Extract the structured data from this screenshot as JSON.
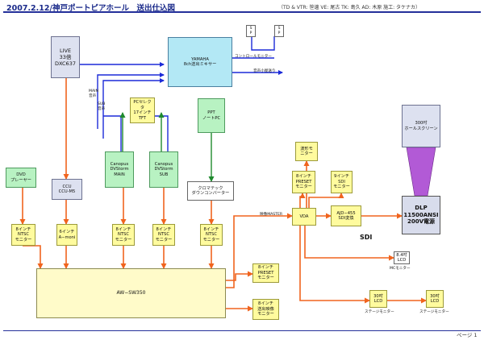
{
  "header": {
    "title": "2007.2.12/神戸ポートピアホール　送出仕込図",
    "credits": "（TD & VTR: 笹邊  VE: 尾古  TK: 島久  AD: 木原  施工: タケナカ）"
  },
  "footer": {
    "page": "ページ 1"
  },
  "speakers": [
    "S\nP",
    "S\nP"
  ],
  "boxes": {
    "live": "LIVE\n33倍\nDXC637",
    "yamaha": "YAMAHA\n8ch送出ミキサー",
    "pc_selector": "PCセレク\nタ\n17インチ\nTFT",
    "ppt": "PPT\nノートPC",
    "dvd": "DVD\nプレーヤー",
    "ccu": "CCU\nCCU-M5",
    "canopus_main": "Canopus\nDVStorm\nMAIN",
    "canopus_sub": "Canopus\nDVStorm\nSUB",
    "chroma": "クロマテック\nダウンコンバーター",
    "mon_dvd": "8インチ\nNTSC\nモニター",
    "mon_amoni": "6インチ\nA−moni",
    "mon_main": "8インチ\nNTSC\nモニター",
    "mon_sub": "8インチ\nNTSC\nモニター",
    "mon_chroma": "8インチ\nNTSC\nモニター",
    "aw": "AW−SW350",
    "preset_mon": "8インチ\nPRESET\nモニター",
    "send_mon": "8インチ\n送出映像\nモニター",
    "waveform": "波形モ\nニター",
    "preset_vda": "8インチ\nPRESET\nモニター",
    "sdi_mon": "9インチ\nSDI\nモニター",
    "vda": "VDA",
    "ajd": "AJD−455\nSDI変換",
    "dlp": "DLP\n11500ANSI\n200V電源",
    "screen": "300吋\nホールスクリーン",
    "mc_lcd": "8.4吋\nLCD",
    "lcd30_1": "30吋\nLCD",
    "lcd30_2": "30吋\nLCD"
  },
  "labels": {
    "control_monitor": "コントロールモニター",
    "audio_to_booth": "音声小屋送り",
    "main_audio": "MAIN\n音声",
    "sub_audio": "SUB\n音声",
    "video_master": "映像MASTER",
    "sdi": "SDI",
    "mc_monitor": "MCモニター",
    "stage_monitor_1": "ステージモニター",
    "stage_monitor_2": "ステージモニター"
  }
}
